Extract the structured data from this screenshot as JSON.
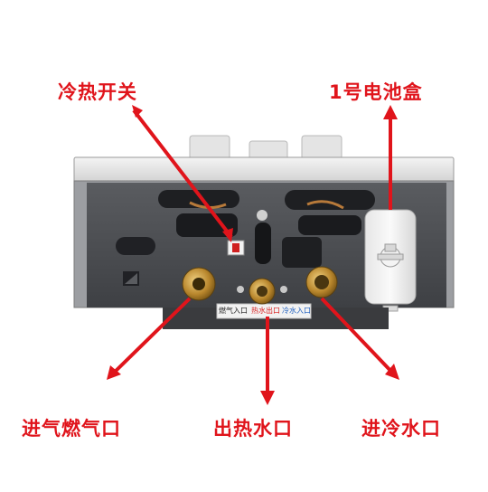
{
  "callouts": {
    "top_left": "冷热开关",
    "top_right": "1号电池盒",
    "bottom_left": "进气燃气口",
    "bottom_center": "出热水口",
    "bottom_right": "进冷水口"
  },
  "port_labels": {
    "gas": "燃气入口",
    "hot": "热水出口",
    "cold": "冷水入口"
  },
  "colors": {
    "accent": "#e0141b",
    "hot_label": "#d82020",
    "cold_label": "#2060c0"
  }
}
